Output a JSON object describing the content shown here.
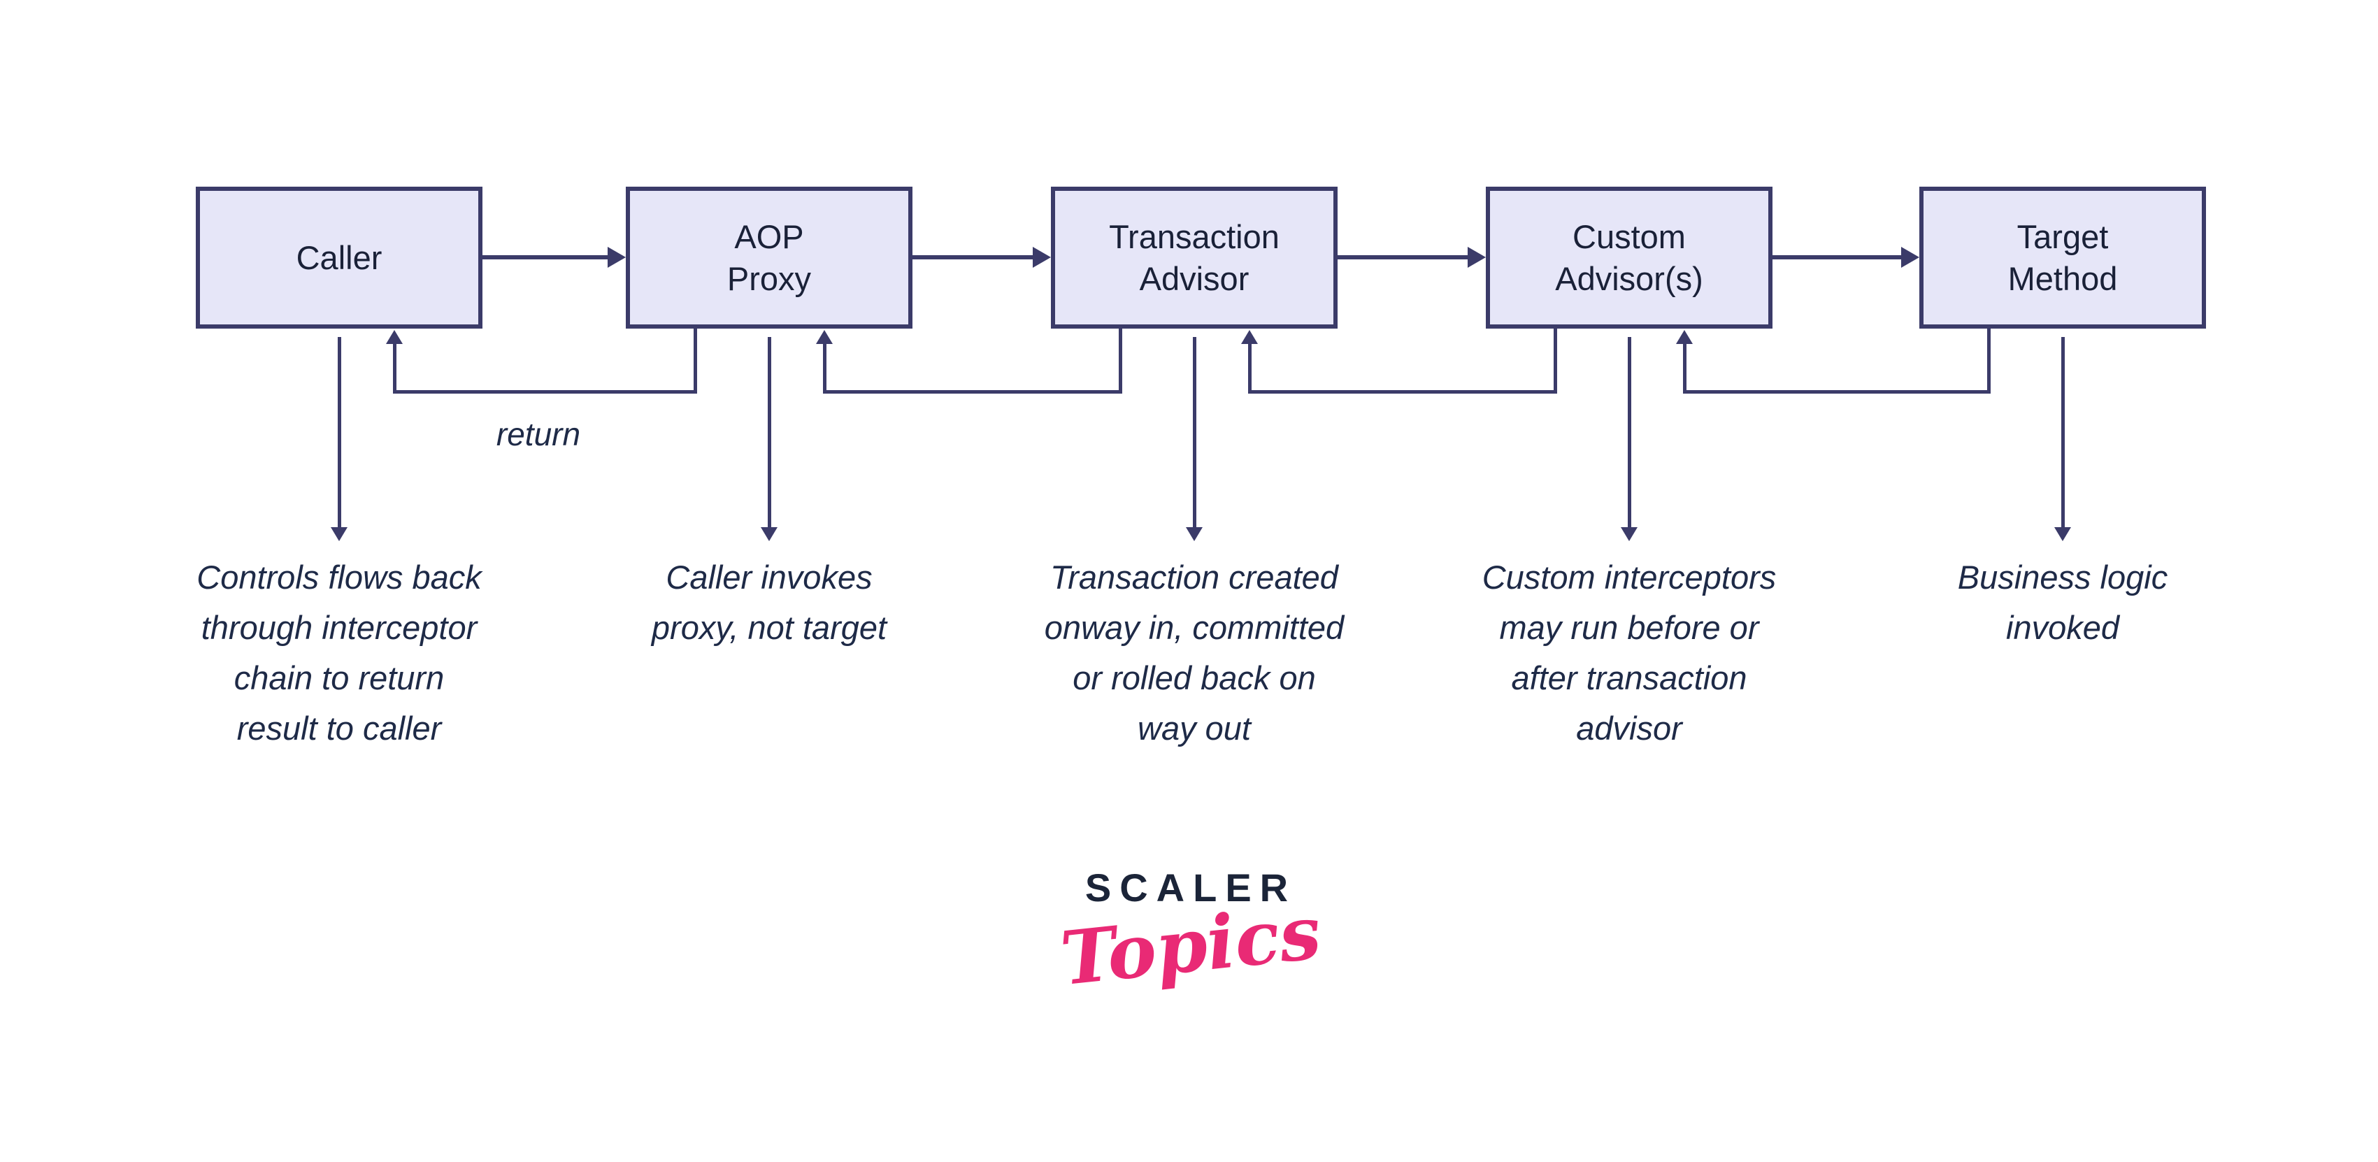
{
  "diagram": {
    "boxes": [
      {
        "label": "Caller"
      },
      {
        "label": "AOP\nProxy"
      },
      {
        "label": "Transaction\nAdvisor"
      },
      {
        "label": "Custom\nAdvisor(s)"
      },
      {
        "label": "Target\nMethod"
      }
    ],
    "return_label": "return",
    "annotations": [
      "Controls flows back\nthrough interceptor\nchain to return\nresult to caller",
      "Caller invokes\nproxy, not target",
      "Transaction created\nonway in, committed\nor rolled back on\nway out",
      "Custom interceptors\nmay run before or\nafter transaction\nadvisor",
      "Business logic\ninvoked"
    ],
    "colors": {
      "background": "#ffffff",
      "box_fill": "#e6e6f8",
      "box_border": "#3b3b69",
      "line": "#3b3b69",
      "box_text": "#1a2138",
      "annotation_text": "#1e2a47"
    }
  },
  "logo": {
    "brand": "SCALER",
    "sub": "Topics",
    "brand_color": "#1b2438",
    "sub_color": "#e92a75"
  }
}
